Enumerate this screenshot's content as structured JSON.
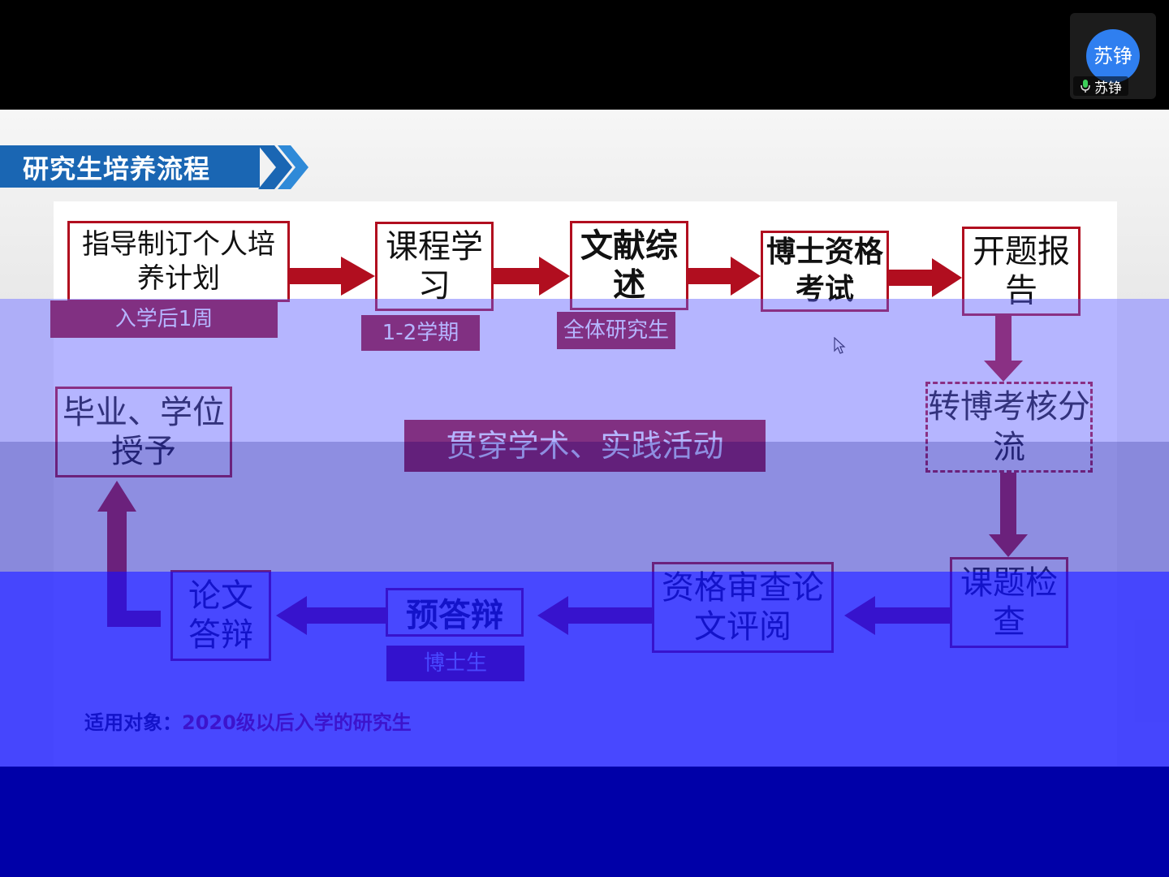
{
  "participant": {
    "avatar_text": "苏铮",
    "name": "苏铮",
    "avatar_color": "#2f7ff0"
  },
  "slide": {
    "title": "研究生培养流程",
    "steps": {
      "plan": "指导制订个人培养计划",
      "courses": "课程学习",
      "literature": "文献综述",
      "phd_exam": "博士资格考试",
      "proposal": "开题报告",
      "transfer": "转博考核分流",
      "topic_check": "课题检查",
      "review": "资格审查论文评阅",
      "pre_defense": "预答辩",
      "defense": "论文答辩",
      "graduation": "毕业、学位授予"
    },
    "labels": {
      "plan_time": "入学后1周",
      "course_time": "1-2学期",
      "literature_target": "全体研究生",
      "activities": "贯穿学术、实践活动",
      "pre_defense_target": "博士生"
    },
    "applies_to": {
      "label": "适用对象：",
      "value": "2020级以后入学的研究生"
    },
    "colors": {
      "accent": "#b10e1f",
      "title_bar": "#1a66b3",
      "overlay": "#0000ff"
    }
  }
}
